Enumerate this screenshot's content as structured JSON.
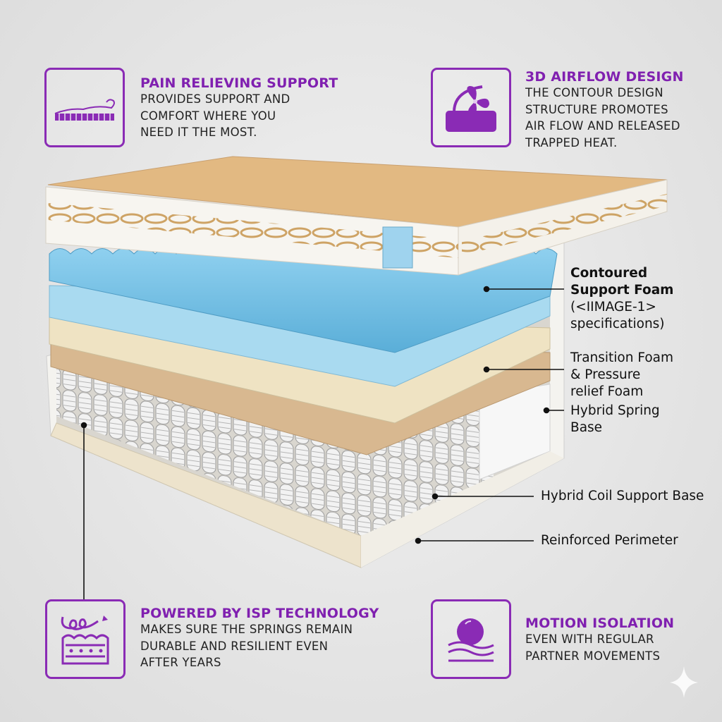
{
  "features": [
    {
      "title": "PAIN RELIEVING SUPPORT",
      "lines": [
        "PROVIDES SUPPORT AND",
        "COMFORT  WHERE  YOU",
        "NEED IT THE MOST."
      ],
      "icon": "person-lying-on-mattress-icon"
    },
    {
      "title": "3D AIRFLOW DESIGN",
      "lines": [
        "THE  CONTOUR  DESIGN",
        "STRUCTURE    PROMOTES",
        "AIR FLOW AND RELEASED",
        "TRAPPED HEAT."
      ],
      "icon": "fan-airflow-icon"
    },
    {
      "title": "POWERED BY ISP TECHNOLOGY",
      "lines": [
        "MAKES SURE THE SPRINGS REMAIN",
        "DURABLE   AND   RESILIENT   EVEN",
        "AFTER YEARS"
      ],
      "icon": "spring-layer-icon"
    },
    {
      "title": "MOTION ISOLATION",
      "lines": [
        "EVEN WITH REGULAR",
        "PARTNER MOVEMENTS"
      ],
      "icon": "ball-on-waves-icon"
    }
  ],
  "layers": {
    "contoured": {
      "line1": "Contoured",
      "line2": "Support Foam",
      "line3": "(<IIMAGE-1>",
      "line4": "specifications)"
    },
    "transition": {
      "line1": "Transition Foam",
      "line2": "& Pressure",
      "line3": "relief Foam"
    },
    "hybrid_spring": {
      "line1": "Hybrid Spring",
      "line2": "Base"
    },
    "hybrid_coil": "Hybrid Coil Support Base",
    "perimeter": "Reinforced Perimeter"
  },
  "colors": {
    "accent": "#8020b0",
    "foam_blue": "#7cc3e6",
    "foam_cream": "#efe3c3",
    "foam_tan": "#d8b890",
    "cover": "#e2b982"
  }
}
